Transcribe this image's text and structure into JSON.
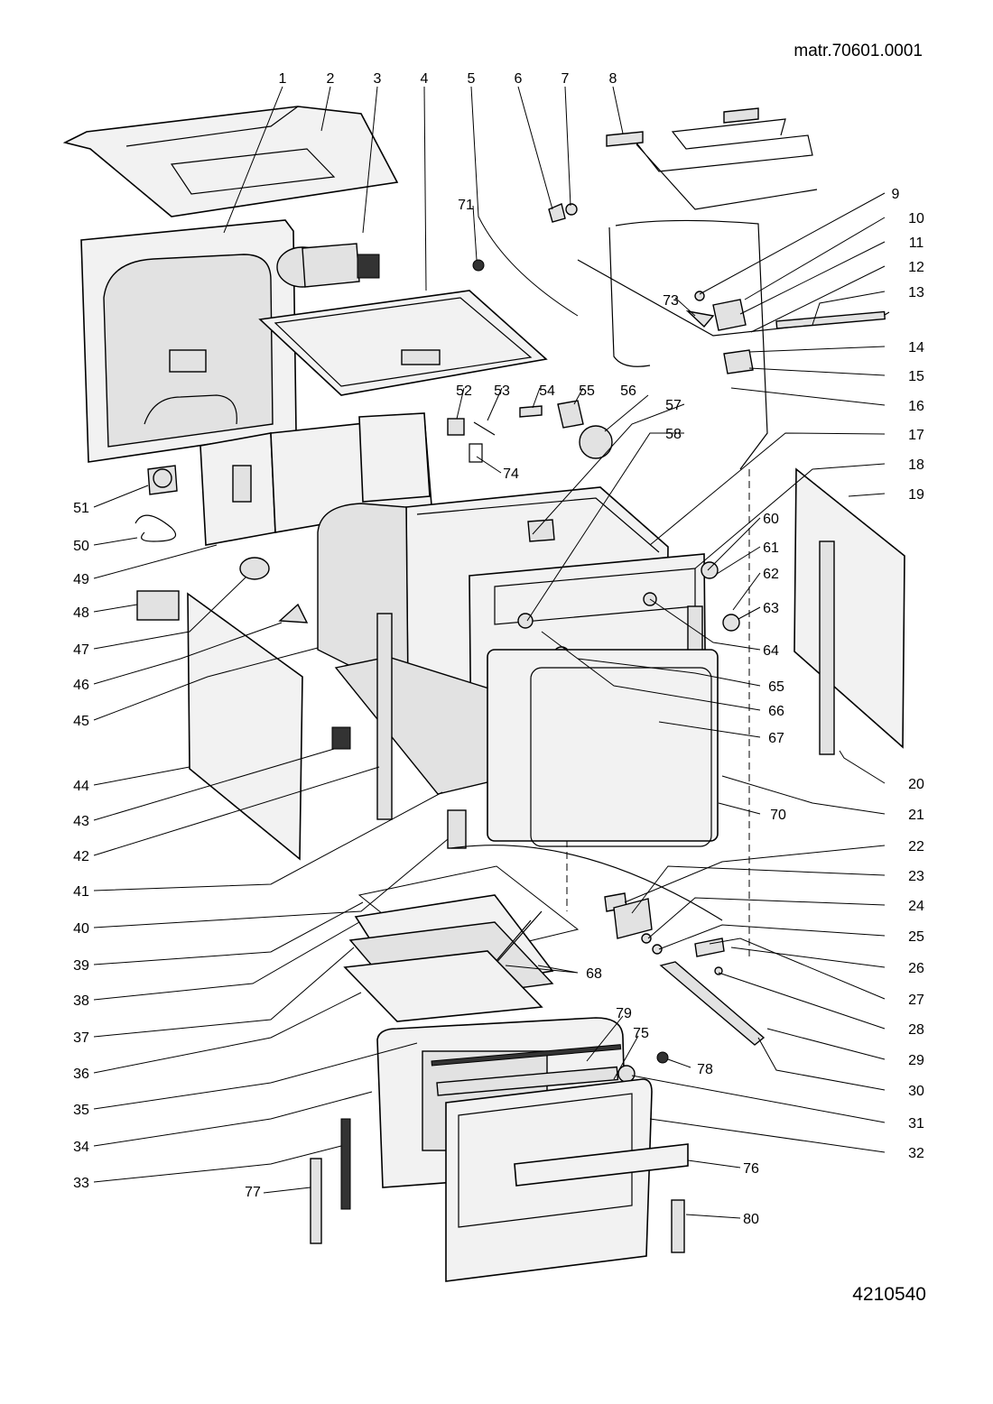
{
  "header": {
    "ref": "matr.70601.0001",
    "code": "4210540"
  },
  "labels": [
    "1",
    "2",
    "3",
    "4",
    "5",
    "6",
    "7",
    "8",
    "9",
    "10",
    "11",
    "12",
    "13",
    "14",
    "15",
    "16",
    "17",
    "18",
    "19",
    "20",
    "21",
    "22",
    "23",
    "24",
    "25",
    "26",
    "27",
    "28",
    "29",
    "30",
    "31",
    "32",
    "33",
    "34",
    "35",
    "36",
    "37",
    "38",
    "39",
    "40",
    "41",
    "42",
    "43",
    "44",
    "45",
    "46",
    "47",
    "48",
    "49",
    "50",
    "51",
    "52",
    "53",
    "54",
    "55",
    "56",
    "57",
    "58",
    "60",
    "61",
    "62",
    "63",
    "64",
    "65",
    "66",
    "67",
    "68",
    "70",
    "71",
    "73",
    "74",
    "75",
    "76",
    "77",
    "78",
    "79",
    "80"
  ]
}
